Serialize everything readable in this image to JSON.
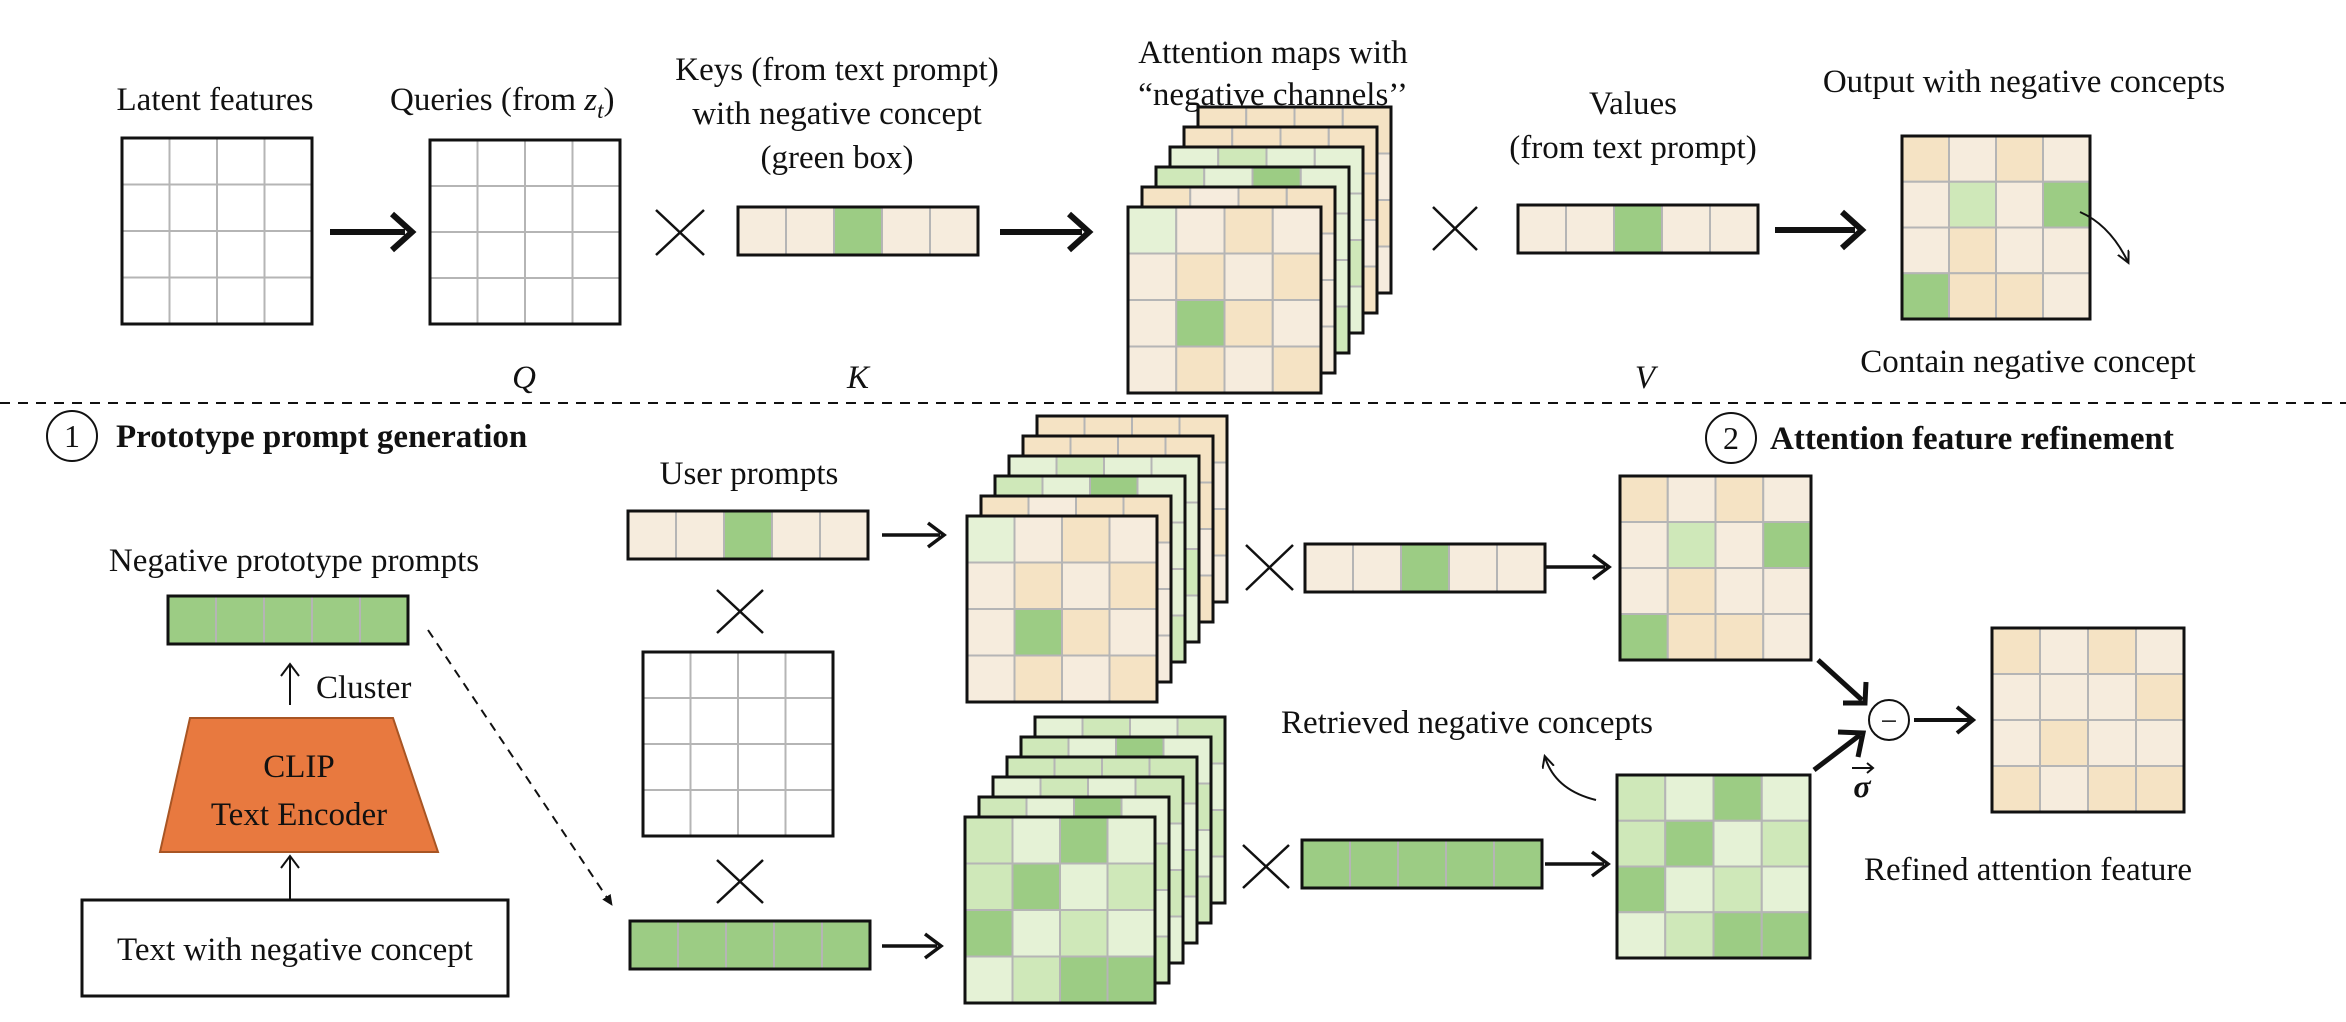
{
  "colors": {
    "green": "#9ccc84",
    "beige": "#f5e3c4",
    "cream": "#f6ecdd",
    "light_green": "#cfe8b9",
    "pale_green": "#e5f2d6",
    "orange": "#e8793f",
    "grid_line": "#b5b5b5",
    "border": "#111111"
  },
  "top": {
    "latent_label": "Latent features",
    "queries_label": "Queries (from ",
    "queries_var": "z",
    "queries_sub": "t",
    "queries_close": ")",
    "keys_line1": "Keys (from text prompt)",
    "keys_line2": "with negative concept",
    "keys_line3": "(green box)",
    "attn_line1": "Attention maps with",
    "attn_line2": "“negative channels’’",
    "values_line1": "Values",
    "values_line2": "(from text prompt)",
    "output_label": "Output with negative concepts",
    "contain_label": "Contain negative concept",
    "q_symbol": "Q",
    "k_symbol": "K",
    "v_symbol": "V"
  },
  "section1": {
    "number": "1",
    "title": "Prototype prompt generation",
    "neg_proto_label": "Negative prototype prompts",
    "cluster_label": "Cluster",
    "clip_line1": "CLIP",
    "clip_line2": "Text Encoder",
    "text_box_label": "Text with negative concept"
  },
  "middle": {
    "user_prompts_label": "User prompts",
    "retrieved_label": "Retrieved negative concepts"
  },
  "section2": {
    "number": "2",
    "title": "Attention feature refinement",
    "sigma_symbol": "σ",
    "minus_symbol": "−",
    "refined_label": "Refined attention feature"
  }
}
